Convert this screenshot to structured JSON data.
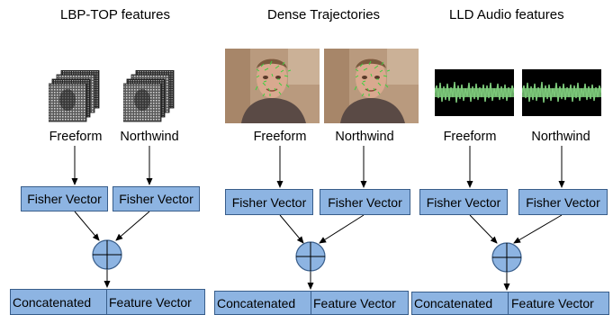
{
  "groups": [
    {
      "title": "LBP-TOP features",
      "inputs": [
        "Freeform",
        "Northwind"
      ],
      "encoders": [
        "Fisher Vector",
        "Fisher Vector"
      ],
      "output": [
        "Concatenated",
        "Feature Vector"
      ],
      "thumbnail_icon": "lbp-frame-stack-icon"
    },
    {
      "title": "Dense Trajectories",
      "inputs": [
        "Freeform",
        "Northwind"
      ],
      "encoders": [
        "Fisher Vector",
        "Fisher Vector"
      ],
      "output": [
        "Concatenated",
        "Feature Vector"
      ],
      "thumbnail_icon": "face-trajectory-frame-icon"
    },
    {
      "title": "LLD Audio features",
      "inputs": [
        "Freeform",
        "Northwind"
      ],
      "encoders": [
        "Fisher Vector",
        "Fisher Vector"
      ],
      "output": [
        "Concatenated",
        "Feature Vector"
      ],
      "thumbnail_icon": "audio-waveform-icon"
    }
  ],
  "fusion_icon": "circled-plus-icon",
  "colors": {
    "box_fill": "#8db4e2",
    "box_border": "#385d8a",
    "waveform": "#7cc97a"
  }
}
